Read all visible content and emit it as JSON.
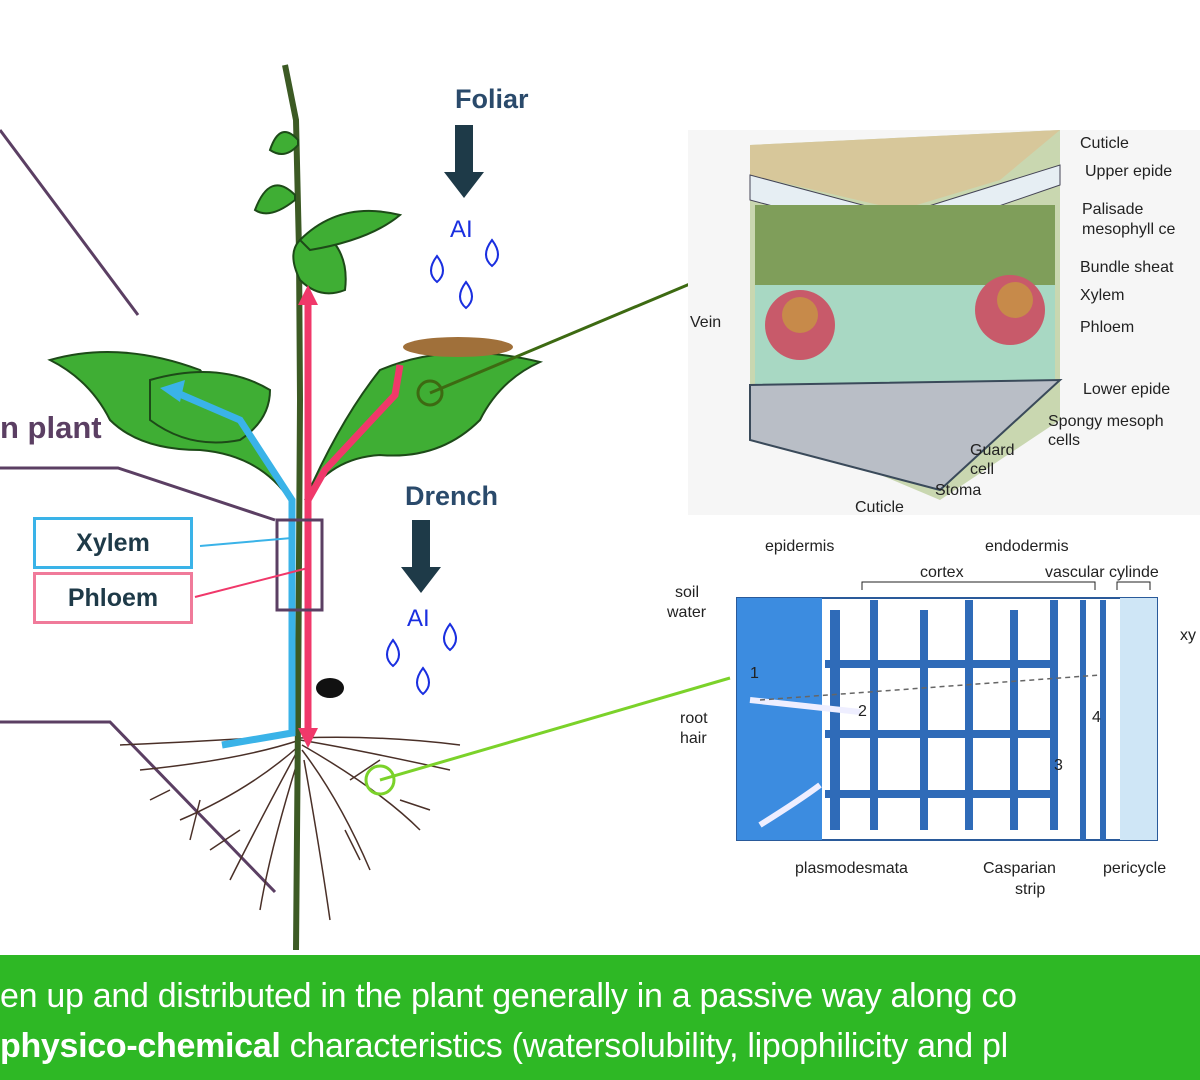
{
  "labels": {
    "foliar": "Foliar",
    "drench": "Drench",
    "ai_foliar": "AI",
    "ai_drench": "AI",
    "in_plant": "n plant",
    "xylem": "Xylem",
    "phloem": "Phloem"
  },
  "leaf_section": {
    "cuticle_top": "Cuticle",
    "upper_epidermis": "Upper epide",
    "palisade_1": "Palisade",
    "palisade_2": "mesophyll ce",
    "bundle_sheath": "Bundle sheat",
    "xylem": "Xylem",
    "phloem": "Phloem",
    "vein": "Vein",
    "lower_epidermis": "Lower epide",
    "spongy_1": "Spongy mesoph",
    "spongy_2": "cells",
    "guard_1": "Guard",
    "guard_2": "cell",
    "stoma": "Stoma",
    "cuticle_bottom": "Cuticle"
  },
  "root_section": {
    "epidermis": "epidermis",
    "endodermis": "endodermis",
    "cortex": "cortex",
    "vascular_cylinder": "vascular cylinde",
    "soil_1": "soil",
    "soil_2": "water",
    "xylem": "xy",
    "root_1": "root",
    "root_2": "hair",
    "n1": "1",
    "n2": "2",
    "n3": "3",
    "n4": "4",
    "plasmodesmata": "plasmodesmata",
    "casparian_1": "Casparian",
    "casparian_2": "strip",
    "pericycle": "pericycle"
  },
  "banner": {
    "line1": "en up and distributed in the plant generally in a passive way along co",
    "line2_bold": "physico-chemical",
    "line2_rest": " characteristics (watersolubility, lipophilicity and pl"
  },
  "colors": {
    "banner": "#2eb825",
    "xylem": "#3ab3e8",
    "phloem": "#f0386a",
    "arrow": "#1e3a48",
    "ai_text": "#1a2fe0",
    "callout": "#5b3f63"
  }
}
